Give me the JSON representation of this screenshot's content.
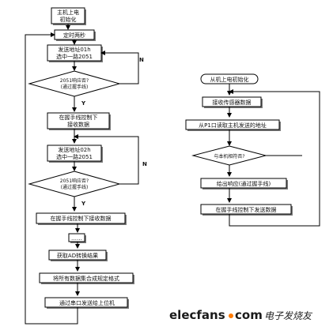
{
  "master": {
    "start": [
      "主机上电",
      "初始化"
    ],
    "timer": "定时两秒",
    "send1": [
      "发送地址01h",
      "选中一路2051"
    ],
    "dec1": [
      "2051响应否?",
      "(通过握手线)"
    ],
    "recv1": [
      "在握手线控制下",
      "接收数据"
    ],
    "send2": [
      "发送地址02h",
      "选中一路2051"
    ],
    "dec2": [
      "2051响应否?",
      "(通过握手线)"
    ],
    "recv2": "在握手线控制下接收数据",
    "ellipsis": "……",
    "ad": "获取AD转换结果",
    "pack": "将所有数据集合成规定格式",
    "upload": "通过串口发送给上位机",
    "yes1": "Y",
    "no1": "N",
    "yes2": "Y",
    "no2": "N"
  },
  "slave": {
    "start": "从机上电初始化",
    "sensor": "接收传感器数据",
    "read_addr": "从P1口读取主机发送的地址",
    "dec": "与本机相符否?",
    "respond": "给出响应(通过握手线)",
    "send": "在握手线控制下发送数据"
  },
  "watermark": {
    "logo_a": "elecfans",
    "logo_b": "com",
    "cn": "电子发烧友"
  }
}
